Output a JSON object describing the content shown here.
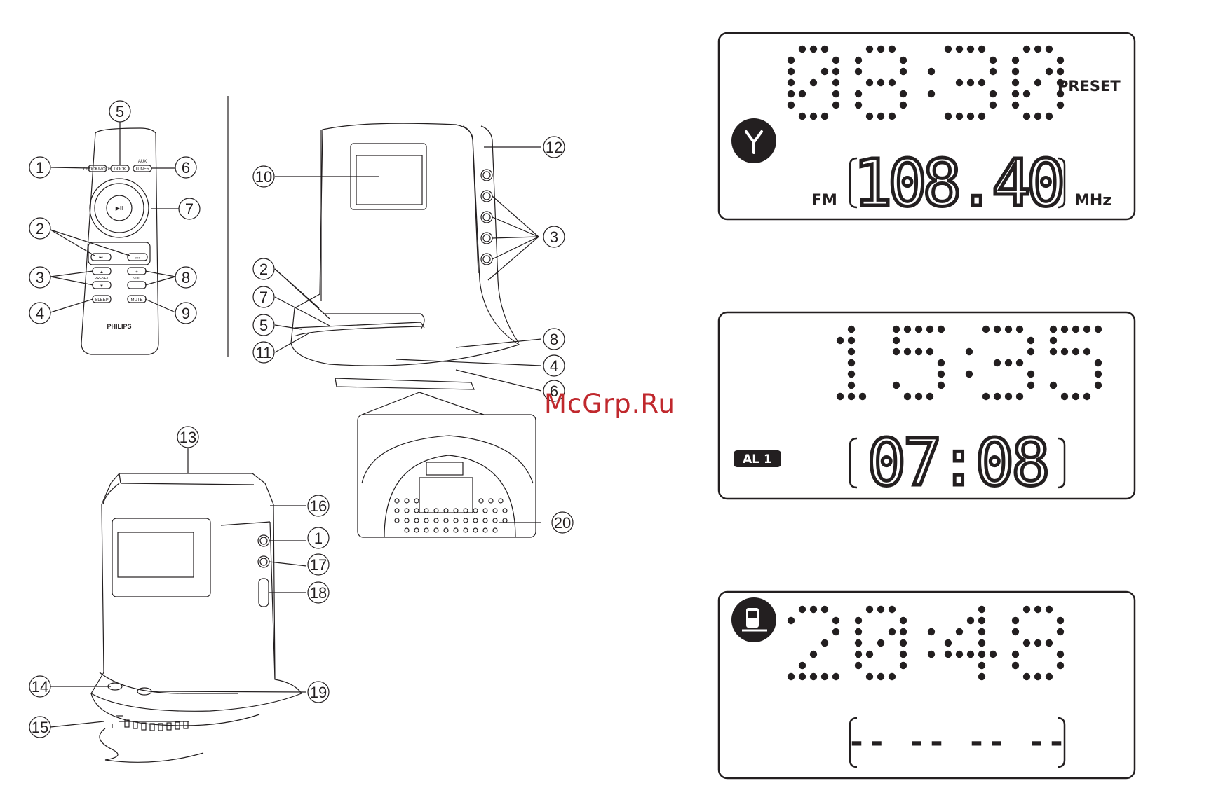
{
  "remote": {
    "brand": "PHILIPS",
    "keys": {
      "clock": "CLOCK/MODE",
      "dock": "DOCK",
      "tuner": "TUNER",
      "aux": "AUX",
      "play": "▶II",
      "prev": "⏮",
      "next": "⏭",
      "preset_up": "▲",
      "preset_down": "▼",
      "preset": "PRESET",
      "vol_up": "+",
      "vol_down": "—",
      "vol": "VOL",
      "sleep": "SLEEP",
      "mute": "MUTE"
    }
  },
  "callouts": {
    "remote": [
      "1",
      "2",
      "3",
      "4",
      "5",
      "6",
      "7",
      "8",
      "9"
    ],
    "front": [
      "2",
      "7",
      "5",
      "11",
      "10",
      "12",
      "3",
      "8",
      "4",
      "6",
      "20"
    ],
    "back": [
      "13",
      "16",
      "1",
      "17",
      "18",
      "14",
      "15",
      "19"
    ]
  },
  "lcd1": {
    "time": "08:30",
    "preset": "PRESET",
    "band": "FM",
    "freq": "108.40",
    "unit": "MHz",
    "icon": "antenna-icon"
  },
  "lcd2": {
    "time": "15:35",
    "alarm": "AL 1",
    "alarm_time": "07:08"
  },
  "lcd3": {
    "time": "20:48",
    "sub": "-- -- -- --",
    "icon": "dock-icon"
  },
  "watermark": "McGrp.Ru"
}
